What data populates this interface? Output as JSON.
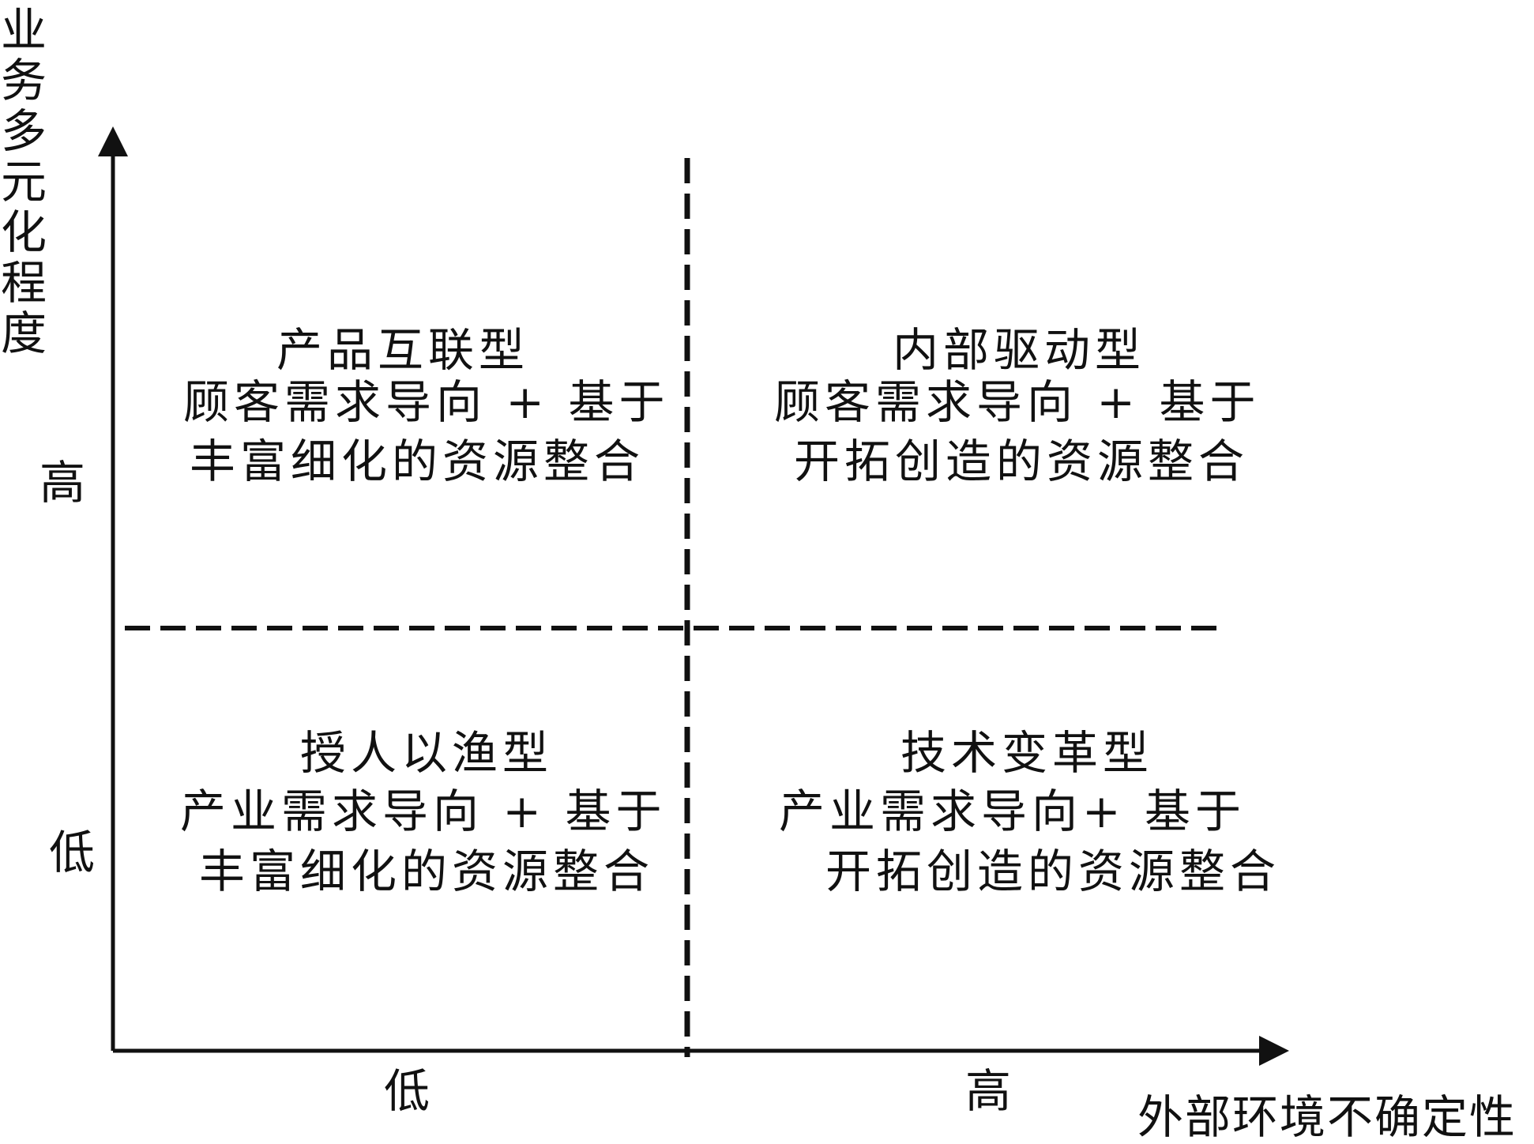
{
  "axes": {
    "y_label": "业务多元化程度",
    "x_label": "外部环境不确定性",
    "y_high": "高",
    "y_low": "低",
    "x_low": "低",
    "x_high": "高"
  },
  "quadrants": {
    "top_left": {
      "title": "产品互联型",
      "line1": "顾客需求导向 + 基于",
      "line2": "丰富细化的资源整合"
    },
    "top_right": {
      "title": "内部驱动型",
      "line1": "顾客需求导向 + 基于",
      "line2": "开拓创造的资源整合"
    },
    "bottom_left": {
      "title": "授人以渔型",
      "line1": "产业需求导向 + 基于",
      "line2": "丰富细化的资源整合"
    },
    "bottom_right": {
      "title": "技术变革型",
      "line1": "产业需求导向+ 基于",
      "line2": "开拓创造的资源整合"
    }
  }
}
